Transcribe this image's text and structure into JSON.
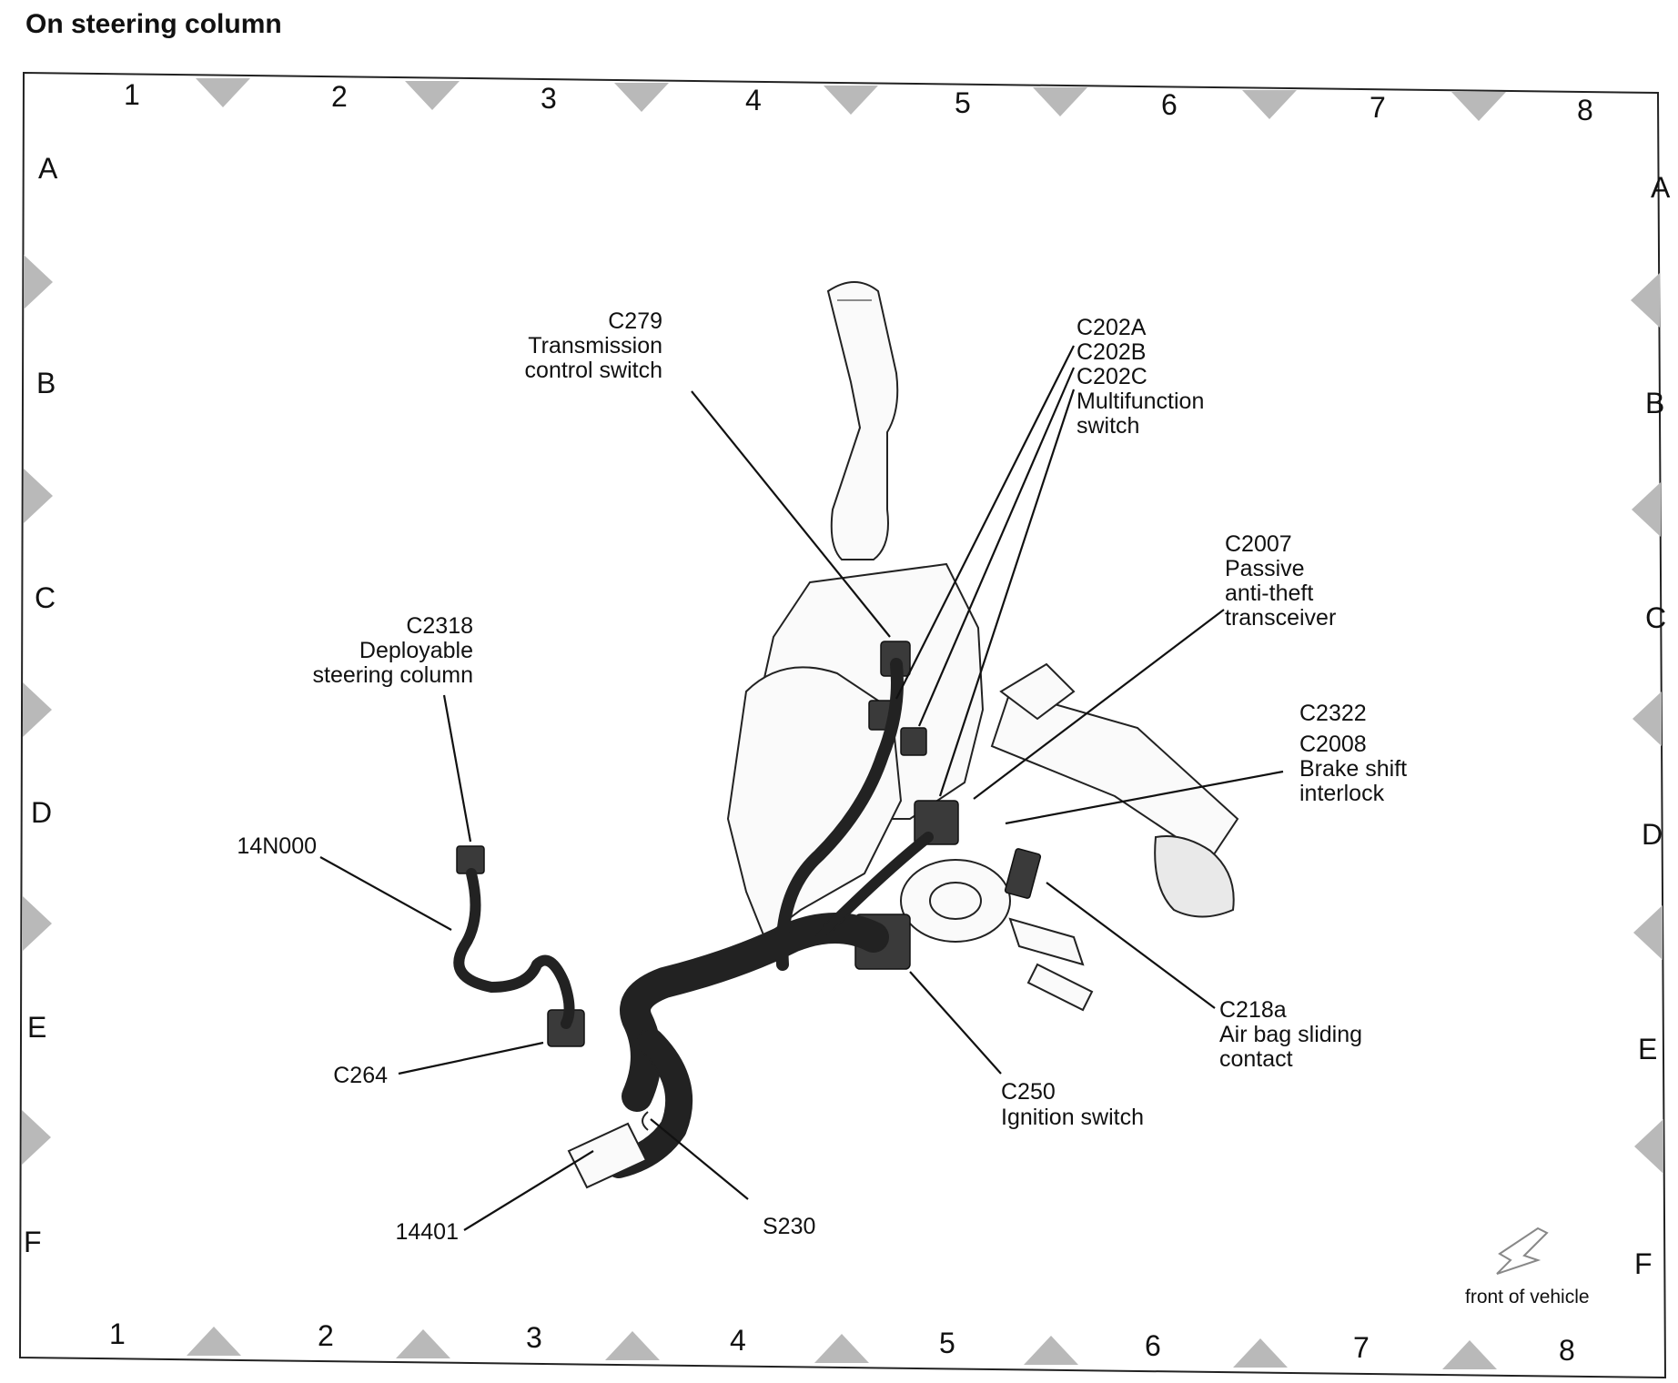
{
  "title": "On steering column",
  "grid": {
    "top_columns": [
      "1",
      "2",
      "3",
      "4",
      "5",
      "6",
      "7",
      "8"
    ],
    "bottom_columns": [
      "1",
      "2",
      "3",
      "4",
      "5",
      "6",
      "7",
      "8"
    ],
    "left_rows": [
      "A",
      "B",
      "C",
      "D",
      "E",
      "F"
    ],
    "right_rows": [
      "A",
      "B",
      "C",
      "D",
      "E",
      "F"
    ]
  },
  "callouts": {
    "c279": [
      "C279",
      "Transmission",
      "control switch"
    ],
    "c202": [
      "C202A",
      "C202B",
      "C202C",
      "Multifunction",
      "switch"
    ],
    "c2007": [
      "C2007",
      "Passive",
      "anti-theft",
      "transceiver"
    ],
    "c2318": [
      "C2318",
      "Deployable",
      "steering column"
    ],
    "c2322": [
      "C2322",
      "C2008",
      "Brake shift",
      "interlock"
    ],
    "n14n000": [
      "14N000"
    ],
    "c264": [
      "C264"
    ],
    "c218a": [
      "C218a",
      "Air bag sliding",
      "contact"
    ],
    "c250": [
      "C250",
      "Ignition switch"
    ],
    "n14401": [
      "14401"
    ],
    "s230": [
      "S230"
    ]
  },
  "front_of_vehicle": "front of vehicle"
}
